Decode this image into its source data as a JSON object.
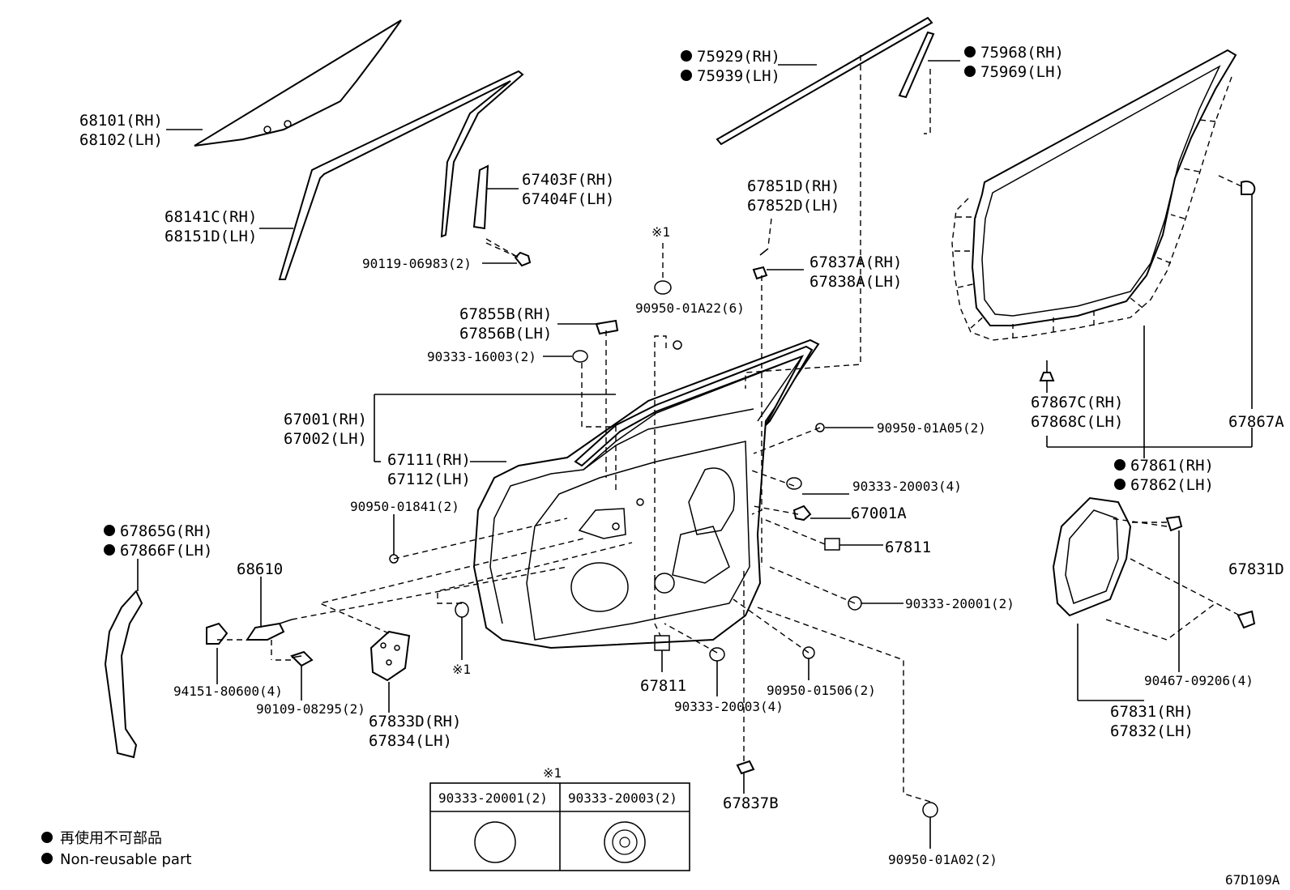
{
  "labels": {
    "l68101": "68101(RH)",
    "l68102": "68102(LH)",
    "l68141": "68141C(RH)",
    "l68151": "68151D(LH)",
    "l67403": "67403F(RH)",
    "l67404": "67404F(LH)",
    "l90119": "90119-06983(2)",
    "l75929": "75929(RH)",
    "l75939": "75939(LH)",
    "l75968": "75968(RH)",
    "l75969": "75969(LH)",
    "l67851": "67851D(RH)",
    "l67852": "67852D(LH)",
    "l67837a": "67837A(RH)",
    "l67838a": "67838A(LH)",
    "lmark1a": "※1",
    "l90950a22": "90950-01A22(6)",
    "l67855": "67855B(RH)",
    "l67856": "67856B(LH)",
    "l90333_16003": "90333-16003(2)",
    "l67001": "67001(RH)",
    "l67002": "67002(LH)",
    "l67111": "67111(RH)",
    "l67112": "67112(LH)",
    "l90950a05": "90950-01A05(2)",
    "l90333_20003a": "90333-20003(4)",
    "l67001a": "67001A",
    "l67811a": "67811",
    "l90333_20001": "90333-20001(2)",
    "l90950_01841": "90950-01841(2)",
    "l67865": "67865G(RH)",
    "l67866": "67866F(LH)",
    "l68610": "68610",
    "l94151": "94151-80600(4)",
    "l90109": "90109-08295(2)",
    "l67833": "67833D(RH)",
    "l67834": "67834(LH)",
    "lmark1b": "※1",
    "l67811b": "67811",
    "l90333_20003b": "90333-20003(4)",
    "l90950_01506": "90950-01506(2)",
    "l67837b": "67837B",
    "l90950a02": "90950-01A02(2)",
    "l67867c": "67867C(RH)",
    "l67868c": "67868C(LH)",
    "l67867a": "67867A",
    "l67861": "67861(RH)",
    "l67862": "67862(LH)",
    "l67831d": "67831D",
    "l90467": "90467-09206(4)",
    "l67831": "67831(RH)",
    "l67832": "67832(LH)"
  },
  "table": {
    "mark": "※1",
    "col1": "90333-20001(2)",
    "col2": "90333-20003(2)"
  },
  "legend": {
    "jp": "再使用不可部品",
    "en": "Non-reusable part"
  },
  "diagram_id": "67D109A"
}
